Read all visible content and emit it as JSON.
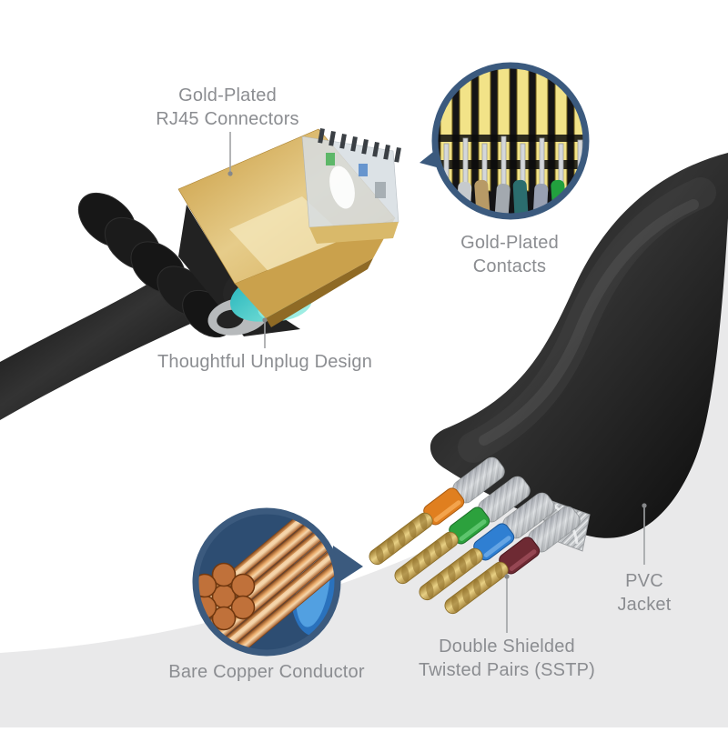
{
  "image_title": "Flat Ethernet patch cable feature callouts",
  "labels": {
    "rj45": "Gold-Plated\nRJ45 Connectors",
    "contacts": "Gold-Plated\nContacts",
    "unplug": "Thoughtful Unplug Design",
    "pvc": "PVC Jacket",
    "sstp": "Double Shielded\nTwisted Pairs  (SSTP)",
    "copper": "Bare Copper Conductor"
  },
  "colors": {
    "background": "#ffffff",
    "floor_band": "#e9e9ea",
    "label_text": "#8b8d91",
    "leader_line": "#a0a2a4",
    "inset_ring_navy": "#3b5a7e",
    "cable_black": "#1c1c1c",
    "connector_gold": "#d9b469",
    "latch_teal": "#35c4c4",
    "copper": "#c0713a",
    "pair_orange": "#e07f1f",
    "pair_green": "#2ca13d",
    "pair_blue": "#2f7fd2",
    "pair_maroon": "#6e2a33",
    "shield_silver": "#c3c6c9",
    "contact_gold": "#f2e388"
  }
}
